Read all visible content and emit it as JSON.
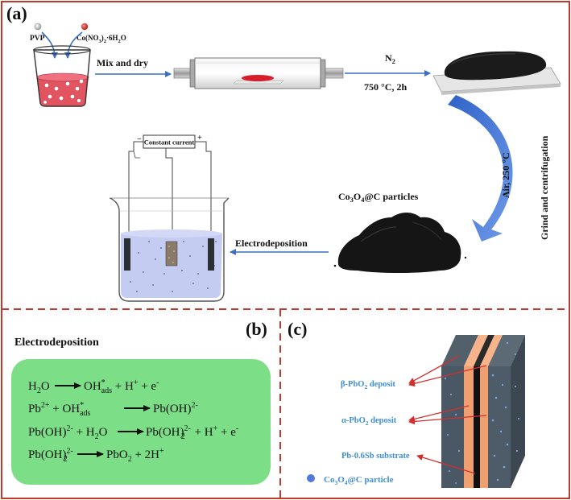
{
  "panel_a": {
    "label": "(a)",
    "pvp": "PVP",
    "cobalt_nitrate": {
      "base": "Co(NO",
      "sub1": "3",
      "mid": ")",
      "sub2": "2",
      "tail": "·6H",
      "sub3": "2",
      "end": "O"
    },
    "mix_dry": "Mix and dry",
    "n2": {
      "base": "N",
      "sub": "2"
    },
    "temp_n2": "750 °C, 2h",
    "grind": "Grind and centrifugation",
    "air": "Air, 250 °C",
    "particles": {
      "a": "Co",
      "s1": "3",
      "b": "O",
      "s2": "4",
      "c": "@C particles"
    },
    "electrodeposition": "Electrodeposition",
    "constant_current": "Constant current",
    "minus": "−",
    "plus": "+"
  },
  "panel_b": {
    "label": "(b)",
    "title": "Electrodeposition",
    "eq1": {
      "lhs": "H",
      "lhs_sub": "2",
      "lhs_end": "O",
      "r1": "OH",
      "r1_sup": "*",
      "r1_sub": "ads",
      "rest": " + H",
      "rest_sup": "+",
      "rest2": " + e",
      "rest2_sup": "-"
    },
    "eq2": {
      "a": "Pb",
      "a_sup": "2+",
      "b": " + OH",
      "b_sup": "*",
      "b_sub": "ads",
      "r": "Pb(OH)",
      "r_sup": "2-"
    },
    "eq3": {
      "a": "Pb(OH)",
      "a_sup": "2-",
      "b": " + H",
      "b_sub": "2",
      "b_end": "O",
      "r": "Pb(OH)",
      "r_sup": "2-",
      "r_sub": "2",
      "r2": " + H",
      "r2_sup": "+",
      "r3": " + e",
      "r3_sup": "-"
    },
    "eq4": {
      "a": "Pb(OH)",
      "a_sup": "2-",
      "a_sub": "2",
      "r": "PbO",
      "r_sub": "2",
      "r2": " + 2H",
      "r2_sup": "+"
    }
  },
  "panel_c": {
    "label": "(c)",
    "beta": {
      "g": "β-PbO",
      "sub": "2",
      "end": " deposit"
    },
    "alpha": {
      "g": "α-PbO",
      "sub": "2",
      "end": " deposit"
    },
    "substrate": "Pb-0.6Sb substrate",
    "legend": {
      "a": "Co",
      "s1": "3",
      "b": "O",
      "s2": "4",
      "c": "@C particle"
    }
  },
  "colors": {
    "frame": "#c0392b",
    "arrow_blue": "#3a6fc4",
    "green_box": "#7dde88",
    "label_blue": "#3f8fd8",
    "copper": "#f0a070",
    "solution": "#c5ccf2",
    "red_solution": "#e25560"
  }
}
